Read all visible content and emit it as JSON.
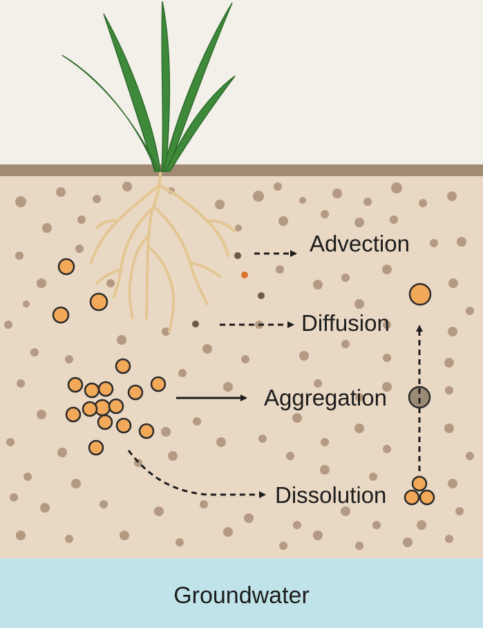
{
  "colors": {
    "sky": "#f3f0ea",
    "soil": "#e8d8c4",
    "soil_surface": "#a38a74",
    "soil_particle": "#b49a82",
    "groundwater": "#bfe3e8",
    "leaf": "#3f8a3a",
    "root": "#e3c693",
    "particle_fill": "#f2a95a",
    "particle_stroke": "#2a2a2a",
    "aggregate_fill": "#9b8b76",
    "arrow": "#1c1c1c"
  },
  "processes": {
    "advection": "Advection",
    "diffusion": "Diffusion",
    "aggregation": "Aggregation",
    "dissolution": "Dissolution"
  },
  "zones": {
    "groundwater": "Groundwater"
  }
}
